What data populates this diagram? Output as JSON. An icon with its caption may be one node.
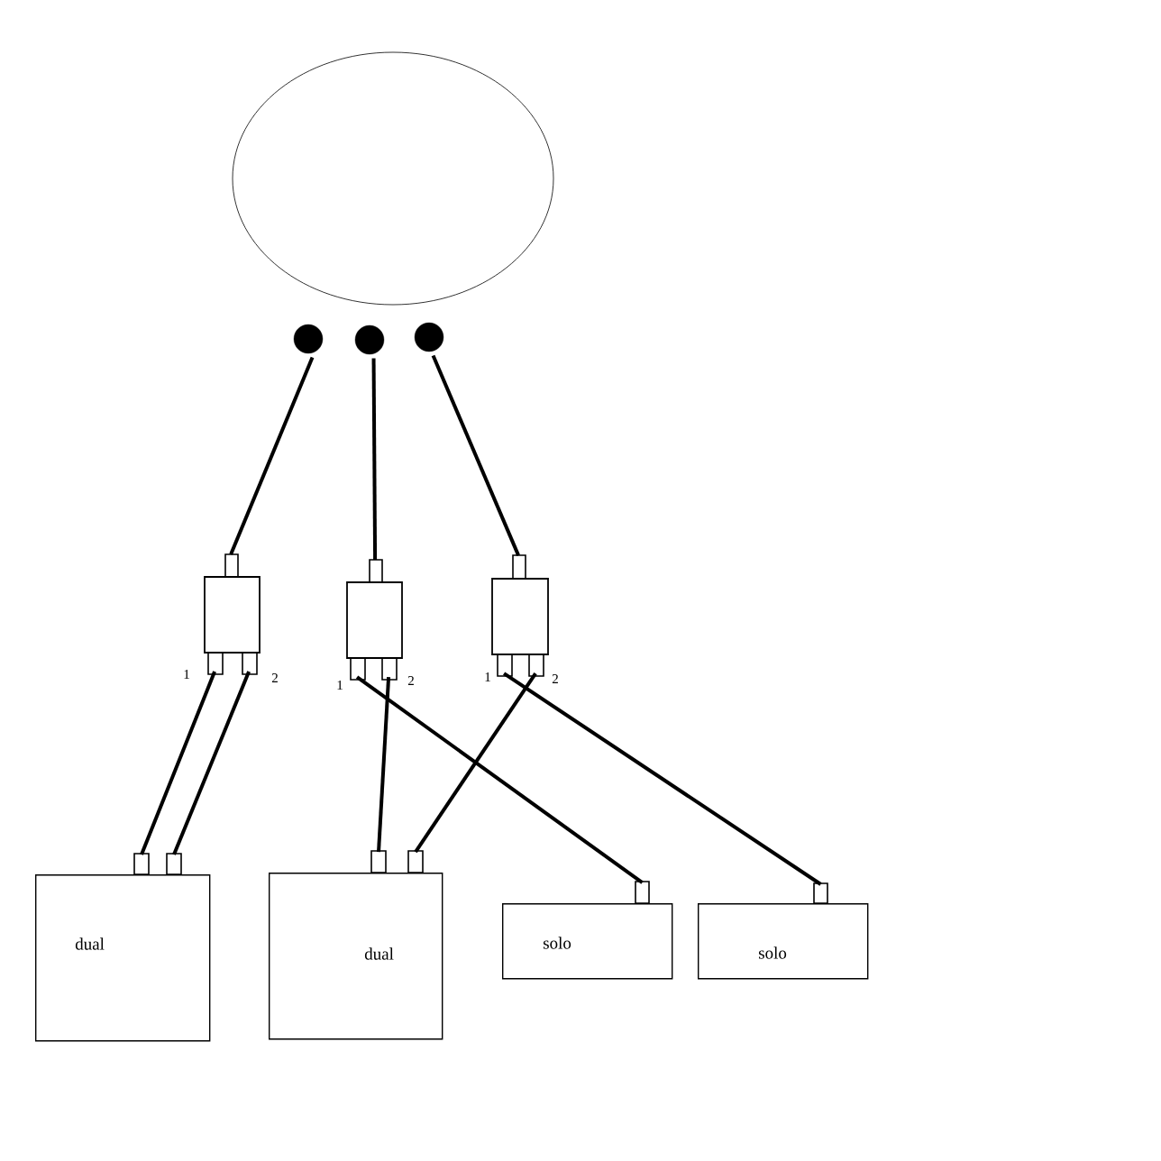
{
  "diagram": {
    "nodes": [
      {
        "text": [],
        "shape": "ellipse"
      },
      {
        "text": [],
        "shape": "circle"
      },
      {
        "text": [],
        "shape": "circle"
      },
      {
        "text": [],
        "shape": "circle"
      },
      {
        "text": [],
        "shape": "box",
        "beside": [
          "1",
          "2"
        ]
      },
      {
        "text": [],
        "shape": "box",
        "beside": [
          "1",
          "2"
        ]
      },
      {
        "text": [],
        "shape": "box",
        "beside": [
          "1",
          "2"
        ]
      },
      {
        "text": [
          "dual"
        ]
      },
      {
        "text": [
          "dual"
        ]
      },
      {
        "text": [
          "solo"
        ]
      },
      {
        "text": [
          "solo"
        ]
      }
    ],
    "edges": [
      {
        "from": 1,
        "to": 4,
        "arrow": "none"
      },
      {
        "from": 2,
        "to": 5,
        "arrow": "none"
      },
      {
        "from": 3,
        "to": 6,
        "arrow": "none"
      },
      {
        "from": 4,
        "to": 7,
        "arrow": "none"
      },
      {
        "from": 4,
        "to": 7,
        "arrow": "none"
      },
      {
        "from": 5,
        "to": 8,
        "arrow": "none"
      },
      {
        "from": 5,
        "to": 9,
        "arrow": "none"
      },
      {
        "from": 6,
        "to": 8,
        "arrow": "none"
      },
      {
        "from": 6,
        "to": 10,
        "arrow": "none"
      }
    ]
  }
}
